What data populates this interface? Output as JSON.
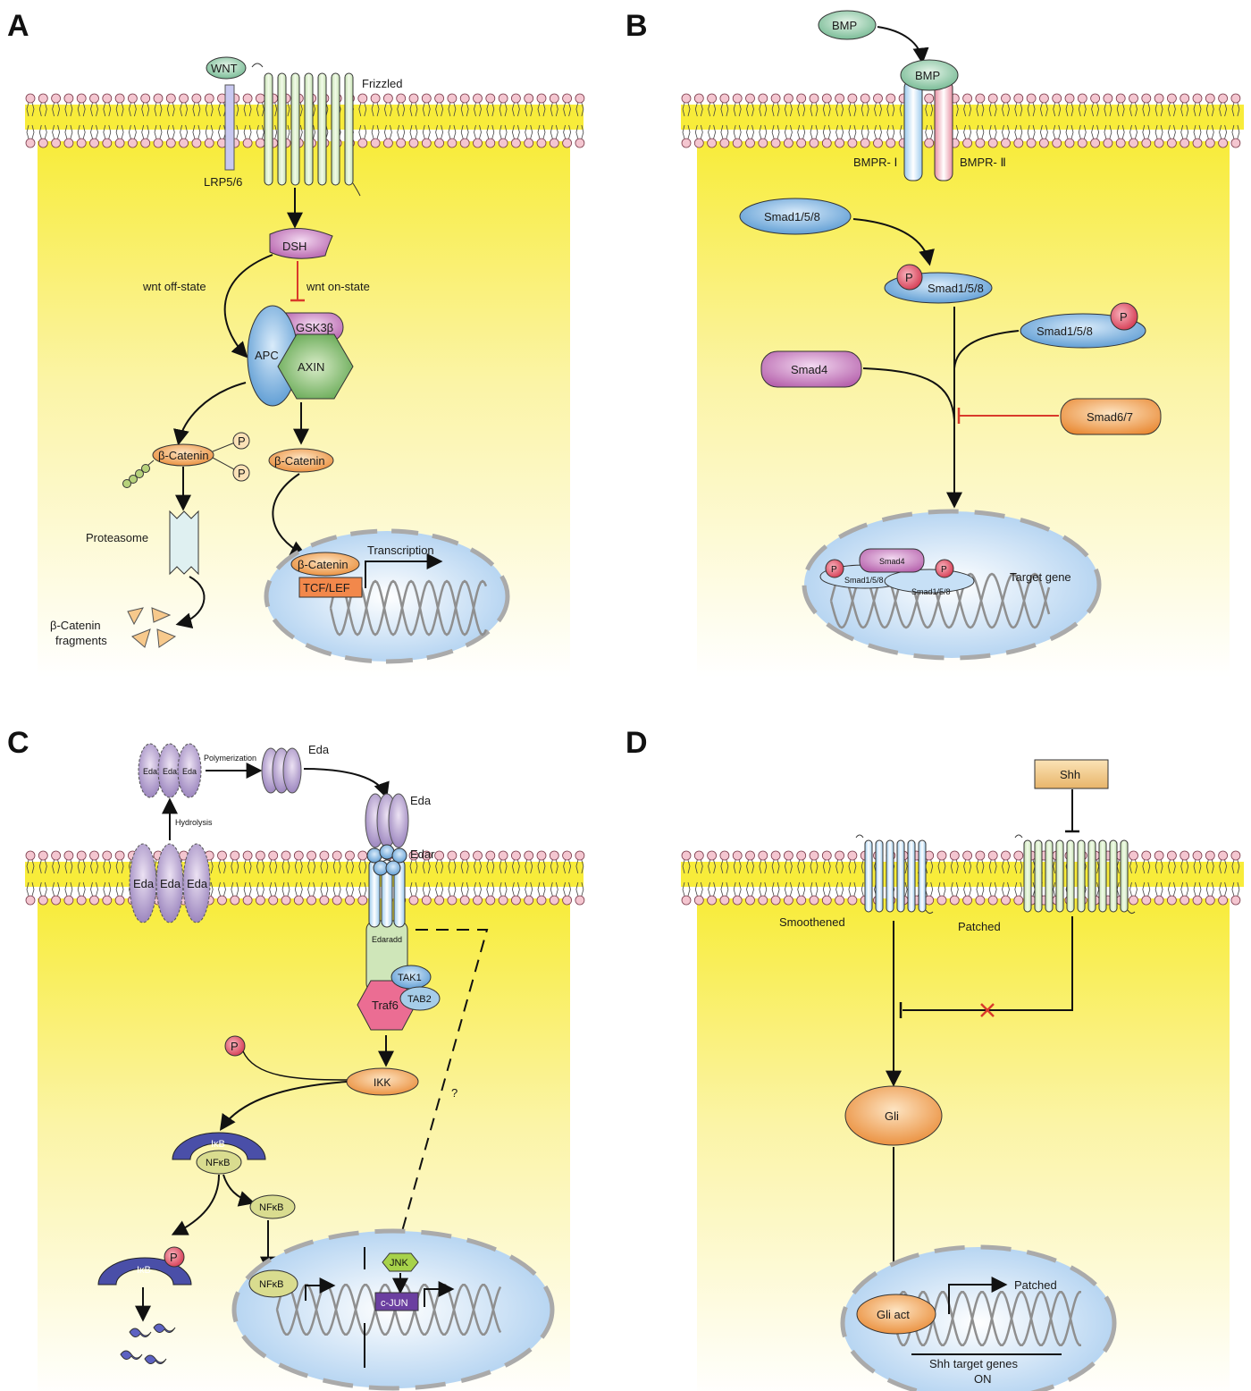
{
  "colors": {
    "cytoplasm_top": "#f8ec3a",
    "cytoplasm_bottom": "#ffffff",
    "lipid_head": "#f4c6d0",
    "lipid_band": "#f8ec3a",
    "nucleus": "#b9d8f2",
    "inhibit_red": "#d93a2b"
  },
  "panels": {
    "a": {
      "letter": "A",
      "wnt": "WNT",
      "frizzled": "Frizzled",
      "lrp": "LRP5/6",
      "dsh": "DSH",
      "off_state": "wnt off-state",
      "on_state": "wnt on-state",
      "gsk": "GSK3β",
      "apc": "APC",
      "axin": "AXIN",
      "catenin_p": "β-Catenin",
      "p": "P",
      "catenin_free": "β-Catenin",
      "proteasome": "Proteasome",
      "fragments_1": "β-Catenin",
      "fragments_2": "fragments",
      "catenin_nuc": "β-Catenin",
      "tcf": "TCF/LEF",
      "transcription": "Transcription"
    },
    "b": {
      "letter": "B",
      "bmp_free": "BMP",
      "bmp_bound": "BMP",
      "bmpr1": "BMPR- Ⅰ",
      "bmpr2": "BMPR- Ⅱ",
      "smad158_a": "Smad1/5/8",
      "smad158_b": "Smad1/5/8",
      "smad158_c": "Smad1/5/8",
      "smad4": "Smad4",
      "smad67": "Smad6/7",
      "p": "P",
      "nuc_smad4": "Smad4",
      "nuc_smad158_a": "Smad1/5/8",
      "nuc_smad158_b": "Smad1/5/8",
      "target": "Target gene"
    },
    "c": {
      "letter": "C",
      "eda": "Eda",
      "polymerization": "Polymerization",
      "hydrolysis": "Hydrolysis",
      "eda_trimer": "Eda",
      "eda_bound": "Eda",
      "edar": "Edar",
      "edaradd": "Edaradd",
      "tak1": "TAK1",
      "tab2": "TAB2",
      "traf6": "Traf6",
      "p": "P",
      "ikk": "IKK",
      "ikb": "IκB",
      "nfkb": "NFκB",
      "question": "?",
      "jnk": "JNK",
      "cjun": "c-JUN"
    },
    "d": {
      "letter": "D",
      "shh": "Shh",
      "smoothened": "Smoothened",
      "patched": "Patched",
      "gli": "Gli",
      "gli_act": "Gli act",
      "patched_gene": "Patched",
      "target_1": "Shh target genes",
      "target_2": "ON"
    }
  }
}
